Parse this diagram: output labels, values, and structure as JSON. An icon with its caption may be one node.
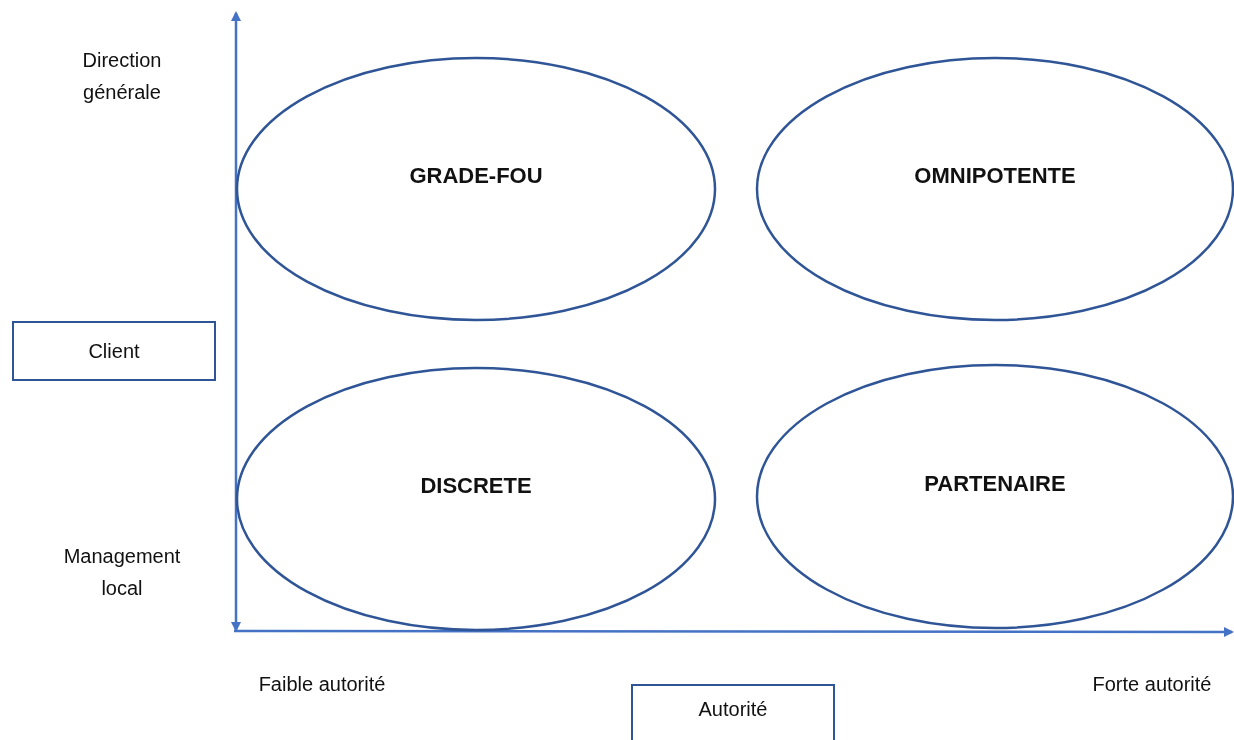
{
  "diagram": {
    "nodes": [
      {
        "text": [
          "GRADE-FOU"
        ]
      },
      {
        "text": [
          "OMNIPOTENTE"
        ]
      },
      {
        "text": [
          "Client"
        ]
      },
      {
        "text": [
          "DISCRETE"
        ]
      },
      {
        "text": [
          "PARTENAIRE"
        ]
      },
      {
        "text": [
          "Autorité"
        ]
      }
    ],
    "labels": [
      "Direction générale",
      "Management local",
      "Faible autorité",
      "Forte autorité"
    ]
  }
}
